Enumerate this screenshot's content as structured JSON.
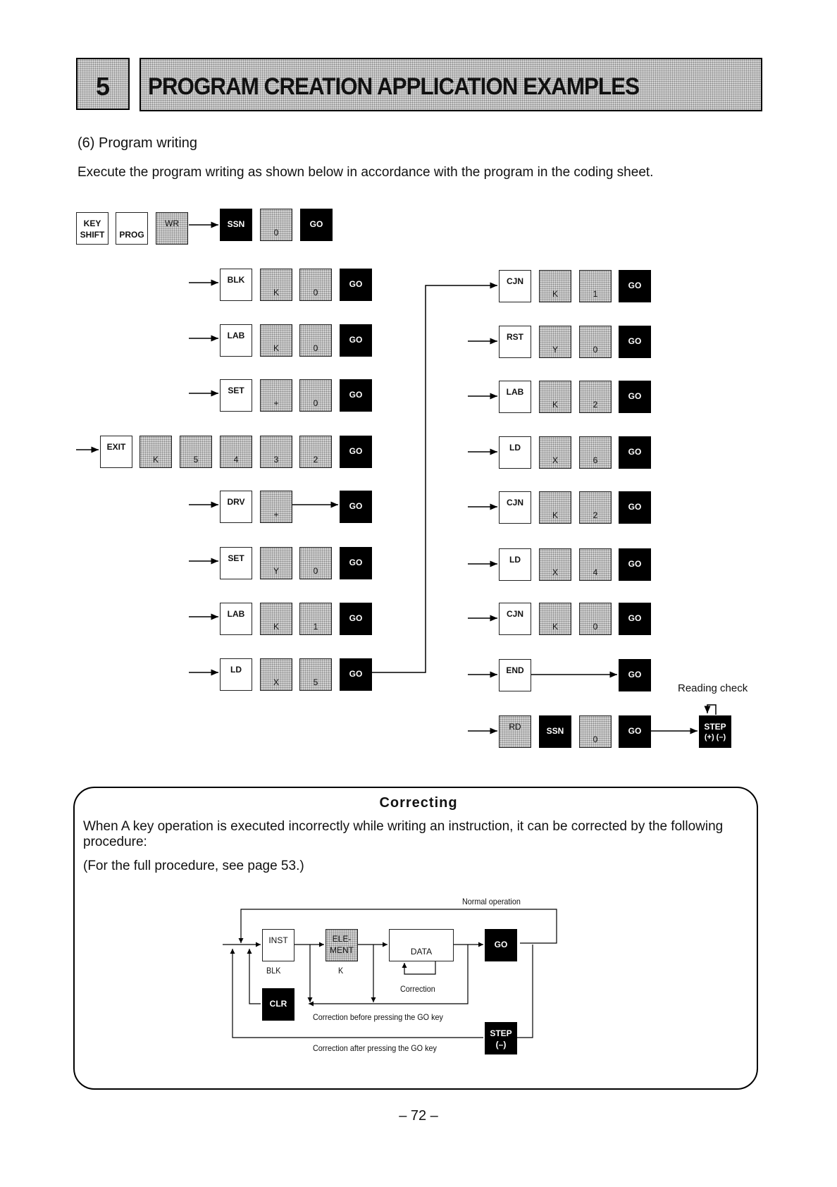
{
  "header": {
    "number": "5",
    "title": "PROGRAM CREATION APPLICATION EXAMPLES"
  },
  "section": {
    "title": "(6)   Program writing",
    "description": "Execute the program writing as shown below in accordance with the program in the coding sheet."
  },
  "keys": {
    "key_shift": [
      "KEY",
      "SHIFT"
    ],
    "prog": "PROG",
    "wr": "WR",
    "ssn": "SSN",
    "go": "GO",
    "blk": "BLK",
    "lab": "LAB",
    "set": "SET",
    "exit": "EXIT",
    "drv": "DRV",
    "ld": "LD",
    "cjn": "CJN",
    "rst": "RST",
    "end": "END",
    "rd": "RD",
    "step": [
      "STEP",
      "(+) (–)"
    ],
    "k": "K",
    "x": "X",
    "y": "Y",
    "plus": "+",
    "d0": "0",
    "d1": "1",
    "d2": "2",
    "d3": "3",
    "d4": "4",
    "d5": "5",
    "d6": "6"
  },
  "reading_check": "Reading check",
  "correcting": {
    "title": "Correcting",
    "p1": "When A key operation is executed incorrectly while writing an instruction, it can be corrected by the following procedure:",
    "p2": "(For the full procedure, see page 53.)",
    "flow": {
      "normal": "Normal operation",
      "inst": "INST",
      "blk": "BLK",
      "element": [
        "ELE-",
        "MENT"
      ],
      "k": "K",
      "data": "DATA",
      "go": "GO",
      "correction": "Correction",
      "clr": "CLR",
      "before": "Correction before pressing the GO key",
      "after": "Correction after pressing the GO key",
      "step": [
        "STEP",
        "(–)"
      ]
    }
  },
  "page_number": "– 72 –"
}
